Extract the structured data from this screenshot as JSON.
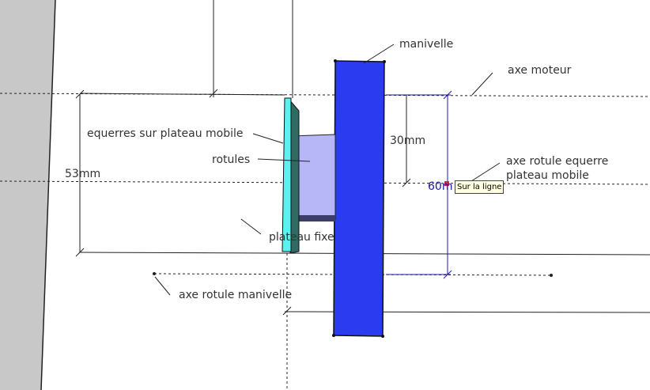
{
  "labels": {
    "manivelle": "manivelle",
    "axe_moteur": "axe moteur",
    "equerres": "equerres sur plateau mobile",
    "rotules": "rotules",
    "axe_rotule_equerre_1": "axe rotule equerre",
    "axe_rotule_equerre_2": "plateau mobile",
    "plateau_fixe": "plateau fixe",
    "axe_rotule_manivelle": "axe rotule manivelle"
  },
  "dimensions": {
    "d30": "30mm",
    "d53": "53mm",
    "d60": "60m"
  },
  "tooltip": "Sur la ligne",
  "colors": {
    "crank": "#2b3bf0",
    "ball_joints": "#b7b7f8",
    "plate_cyan": "#5cf1ee",
    "plate_dark": "#2f6b63",
    "wall": "#c8c8c8",
    "dimension_blue": "#1a1aa8",
    "inference_point": "#e0203a"
  }
}
